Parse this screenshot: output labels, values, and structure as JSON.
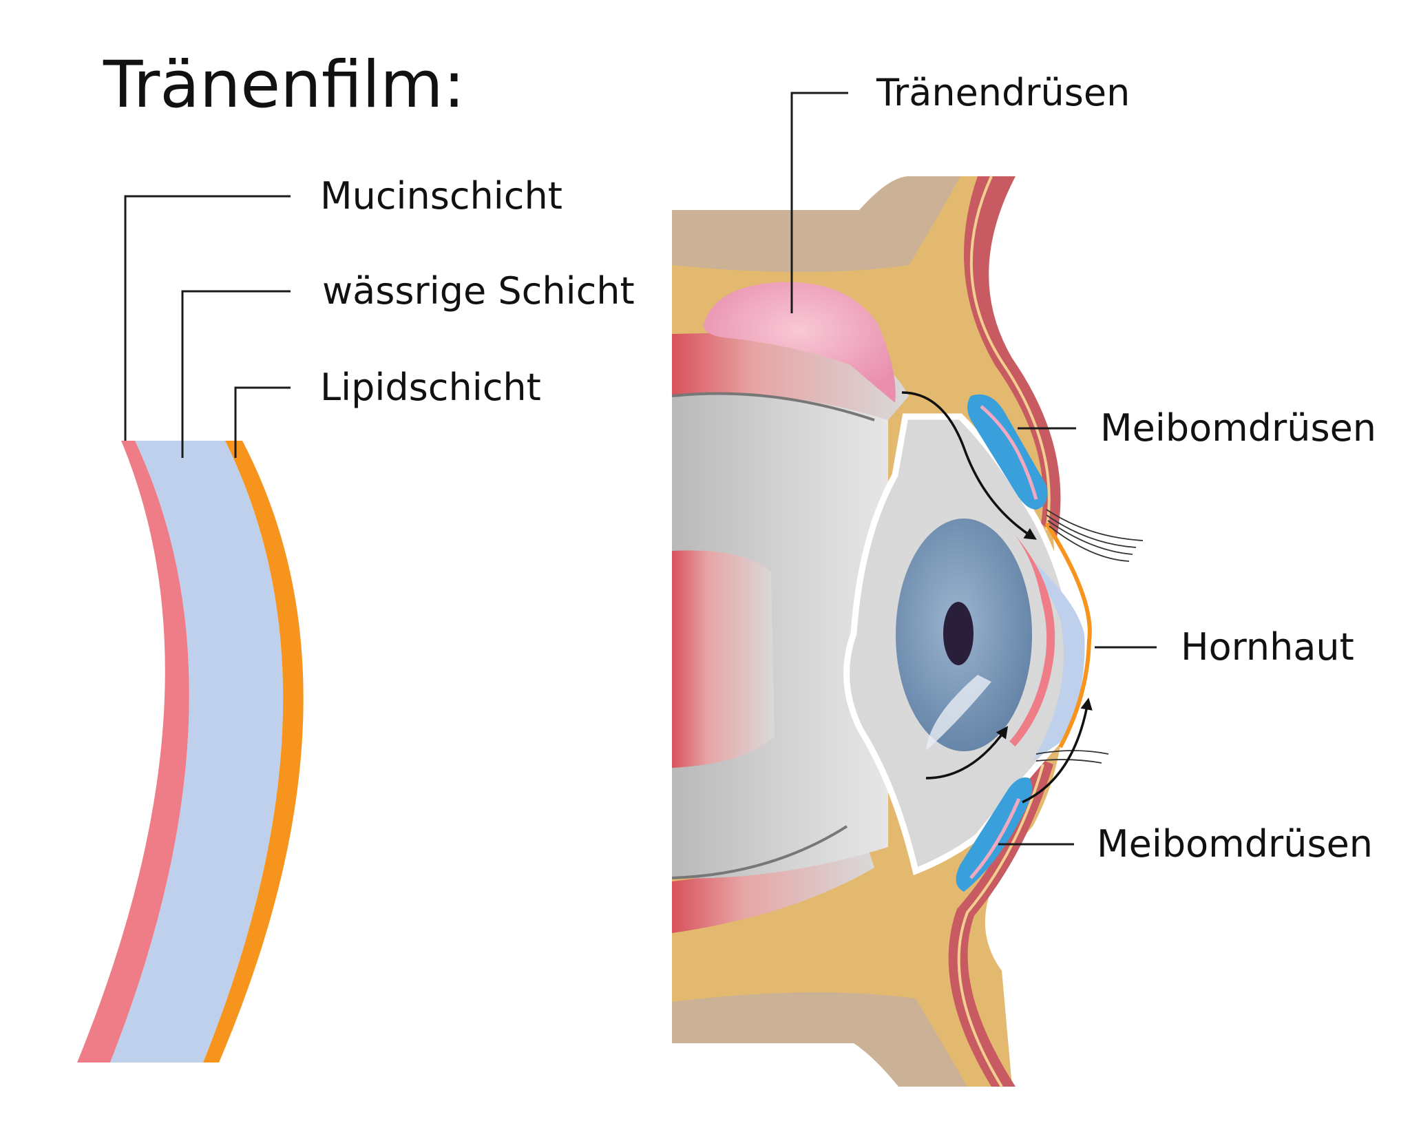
{
  "title": "Tränenfilm:",
  "labels": {
    "mucin": "Mucinschicht",
    "aqueous": "wässrige Schicht",
    "lipid": "Lipidschicht",
    "lacrimal_gland": "Tränendrüsen",
    "meibomian_upper": "Meibomdrüsen",
    "cornea": "Hornhaut",
    "meibomian_lower": "Meibomdrüsen"
  },
  "colors": {
    "mucin_layer": "#ee7d87",
    "aqueous_layer": "#bed0ec",
    "lipid_layer": "#f7941d",
    "bone": "#cbb296",
    "fat": "#e3b96f",
    "skin_red": "#c85a62",
    "lacrimal_gland": "#f2a9bf",
    "meibomian_gland": "#3aa0dc",
    "eyeball": "#cfcfcf",
    "iris": "#6f8fb1",
    "pupil": "#2a1f3b"
  }
}
